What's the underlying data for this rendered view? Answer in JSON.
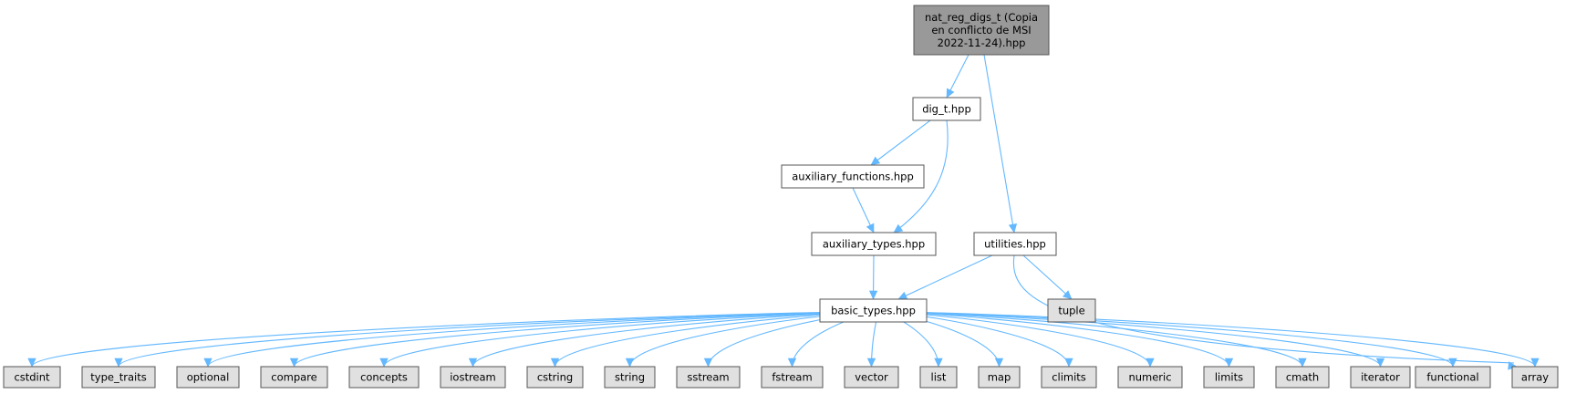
{
  "colors": {
    "root_fill": "#999999",
    "local_fill": "#ffffff",
    "system_fill": "#e0e0e0",
    "border": "#555555",
    "edge": "#63b8ff"
  },
  "nodes": [
    {
      "id": "root",
      "lines": [
        "nat_reg_digs_t (Copia",
        "en conflicto de MSI",
        "2022-11-24).hpp"
      ],
      "kind": "root"
    },
    {
      "id": "dig_t",
      "lines": [
        "dig_t.hpp"
      ],
      "kind": "local"
    },
    {
      "id": "aux_fn",
      "lines": [
        "auxiliary_functions.hpp"
      ],
      "kind": "local"
    },
    {
      "id": "aux_ty",
      "lines": [
        "auxiliary_types.hpp"
      ],
      "kind": "local"
    },
    {
      "id": "util",
      "lines": [
        "utilities.hpp"
      ],
      "kind": "local"
    },
    {
      "id": "basic",
      "lines": [
        "basic_types.hpp"
      ],
      "kind": "local"
    },
    {
      "id": "tuple",
      "lines": [
        "tuple"
      ],
      "kind": "system"
    },
    {
      "id": "cstdint",
      "lines": [
        "cstdint"
      ],
      "kind": "system"
    },
    {
      "id": "type_traits",
      "lines": [
        "type_traits"
      ],
      "kind": "system"
    },
    {
      "id": "optional",
      "lines": [
        "optional"
      ],
      "kind": "system"
    },
    {
      "id": "compare",
      "lines": [
        "compare"
      ],
      "kind": "system"
    },
    {
      "id": "concepts",
      "lines": [
        "concepts"
      ],
      "kind": "system"
    },
    {
      "id": "iostream",
      "lines": [
        "iostream"
      ],
      "kind": "system"
    },
    {
      "id": "cstring",
      "lines": [
        "cstring"
      ],
      "kind": "system"
    },
    {
      "id": "string",
      "lines": [
        "string"
      ],
      "kind": "system"
    },
    {
      "id": "sstream",
      "lines": [
        "sstream"
      ],
      "kind": "system"
    },
    {
      "id": "fstream",
      "lines": [
        "fstream"
      ],
      "kind": "system"
    },
    {
      "id": "vector",
      "lines": [
        "vector"
      ],
      "kind": "system"
    },
    {
      "id": "list",
      "lines": [
        "list"
      ],
      "kind": "system"
    },
    {
      "id": "map",
      "lines": [
        "map"
      ],
      "kind": "system"
    },
    {
      "id": "climits",
      "lines": [
        "climits"
      ],
      "kind": "system"
    },
    {
      "id": "numeric",
      "lines": [
        "numeric"
      ],
      "kind": "system"
    },
    {
      "id": "limits",
      "lines": [
        "limits"
      ],
      "kind": "system"
    },
    {
      "id": "cmath",
      "lines": [
        "cmath"
      ],
      "kind": "system"
    },
    {
      "id": "iterator",
      "lines": [
        "iterator"
      ],
      "kind": "system"
    },
    {
      "id": "functional",
      "lines": [
        "functional"
      ],
      "kind": "system"
    },
    {
      "id": "array",
      "lines": [
        "array"
      ],
      "kind": "system"
    }
  ],
  "edges": [
    [
      "root",
      "dig_t"
    ],
    [
      "root",
      "util"
    ],
    [
      "dig_t",
      "aux_fn"
    ],
    [
      "dig_t",
      "aux_ty"
    ],
    [
      "aux_fn",
      "aux_ty"
    ],
    [
      "aux_ty",
      "basic"
    ],
    [
      "util",
      "basic"
    ],
    [
      "util",
      "tuple"
    ],
    [
      "util",
      "array"
    ],
    [
      "basic",
      "cstdint"
    ],
    [
      "basic",
      "type_traits"
    ],
    [
      "basic",
      "optional"
    ],
    [
      "basic",
      "compare"
    ],
    [
      "basic",
      "concepts"
    ],
    [
      "basic",
      "iostream"
    ],
    [
      "basic",
      "cstring"
    ],
    [
      "basic",
      "string"
    ],
    [
      "basic",
      "sstream"
    ],
    [
      "basic",
      "fstream"
    ],
    [
      "basic",
      "vector"
    ],
    [
      "basic",
      "list"
    ],
    [
      "basic",
      "map"
    ],
    [
      "basic",
      "climits"
    ],
    [
      "basic",
      "numeric"
    ],
    [
      "basic",
      "limits"
    ],
    [
      "basic",
      "cmath"
    ],
    [
      "basic",
      "iterator"
    ],
    [
      "basic",
      "functional"
    ],
    [
      "basic",
      "array"
    ]
  ]
}
